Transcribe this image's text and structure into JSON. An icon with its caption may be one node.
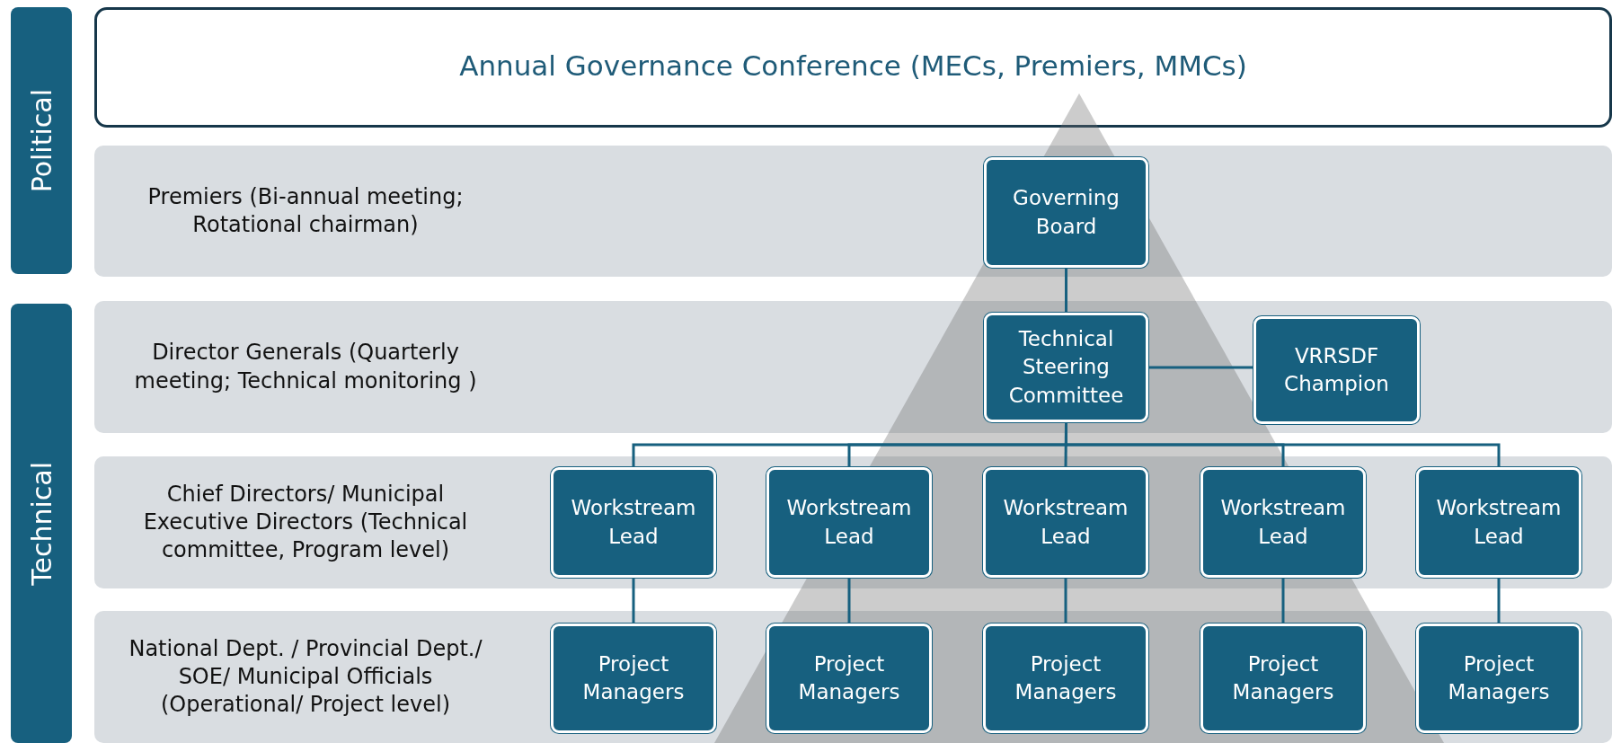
{
  "diagram": {
    "nodes": [
      {
        "text": [
          "Political"
        ]
      },
      {
        "text": [
          "Technical"
        ]
      },
      {
        "text": [
          "Annual Governance Conference (MECs, Premiers, MMCs)"
        ]
      },
      {
        "text": [
          "Premiers (Bi-annual meeting; Rotational chairman)"
        ]
      },
      {
        "text": [
          "Governing Board"
        ],
        "in": 3
      },
      {
        "text": [
          "Director Generals (Quarterly meeting; Technical monitoring )"
        ]
      },
      {
        "text": [
          "Technical Steering Committee"
        ],
        "in": 5
      },
      {
        "text": [
          "VRRSDF Champion"
        ],
        "in": 5
      },
      {
        "text": [
          "Chief Directors/ Municipal Executive Directors (Technical committee, Program level)"
        ]
      },
      {
        "text": [
          "Workstream Lead"
        ],
        "in": 8
      },
      {
        "text": [
          "Workstream Lead"
        ],
        "in": 8
      },
      {
        "text": [
          "Workstream Lead"
        ],
        "in": 8
      },
      {
        "text": [
          "Workstream Lead"
        ],
        "in": 8
      },
      {
        "text": [
          "Workstream Lead"
        ],
        "in": 8
      },
      {
        "text": [
          "National Dept. / Provincial Dept./ SOE/ Municipal Officials (Operational/ Project level)"
        ]
      },
      {
        "text": [
          "Project Managers"
        ],
        "in": 14
      },
      {
        "text": [
          "Project Managers"
        ],
        "in": 14
      },
      {
        "text": [
          "Project Managers"
        ],
        "in": 14
      },
      {
        "text": [
          "Project Managers"
        ],
        "in": 14
      },
      {
        "text": [
          "Project Managers"
        ],
        "in": 14
      }
    ],
    "edges": [
      {
        "from": 4,
        "to": 6,
        "arrow": "none"
      },
      {
        "from": 6,
        "to": 7,
        "arrow": "none"
      },
      {
        "from": 6,
        "to": 9,
        "arrow": "none"
      },
      {
        "from": 6,
        "to": 10,
        "arrow": "none"
      },
      {
        "from": 6,
        "to": 11,
        "arrow": "none"
      },
      {
        "from": 6,
        "to": 12,
        "arrow": "none"
      },
      {
        "from": 6,
        "to": 13,
        "arrow": "none"
      },
      {
        "from": 9,
        "to": 15,
        "arrow": "none"
      },
      {
        "from": 10,
        "to": 16,
        "arrow": "none"
      },
      {
        "from": 11,
        "to": 17,
        "arrow": "none"
      },
      {
        "from": 12,
        "to": 18,
        "arrow": "none"
      },
      {
        "from": 13,
        "to": 19,
        "arrow": "none"
      }
    ]
  }
}
